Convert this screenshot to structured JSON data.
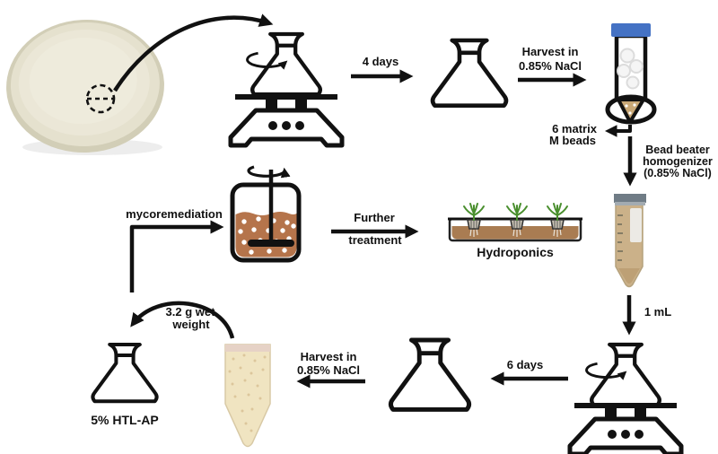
{
  "colors": {
    "ink": "#111111",
    "flask_yellow": "#f9e7a3",
    "flask_dot_yellow": "#fdf3cc",
    "htlap_brown": "#775810",
    "bioreactor_brown": "#b5744b",
    "tube_cap_blue": "#4472c4",
    "bead_gray": "#dcdcdc",
    "sediment_tan": "#c9a876",
    "falcon_tan": "#cbb189",
    "pellet_cream": "#f0e4c1",
    "hydro_water_brown": "#a97c52",
    "plant_green": "#4a8f2e",
    "petri_agar": "#e5e1ce"
  },
  "steps": {
    "transfer_days": "4 days",
    "harvest_top": [
      "Harvest in",
      "0.85% NaCl"
    ],
    "matrix_beads": [
      "6 matrix",
      "M beads"
    ],
    "bead_beater": [
      "Bead beater",
      "homogenizer",
      "(0.85% NaCl)"
    ],
    "inoculum_volume": "1 mL",
    "growth_days": "6 days",
    "harvest_bottom": [
      "Harvest in",
      "0.85% NaCl"
    ],
    "wet_weight": [
      "3.2 g wet",
      "weight"
    ],
    "htlap_flask": "5% HTL-AP",
    "mycoremediation": "mycoremediation",
    "further_treatment": [
      "Further",
      "treatment"
    ],
    "hydroponics": "Hydroponics"
  }
}
